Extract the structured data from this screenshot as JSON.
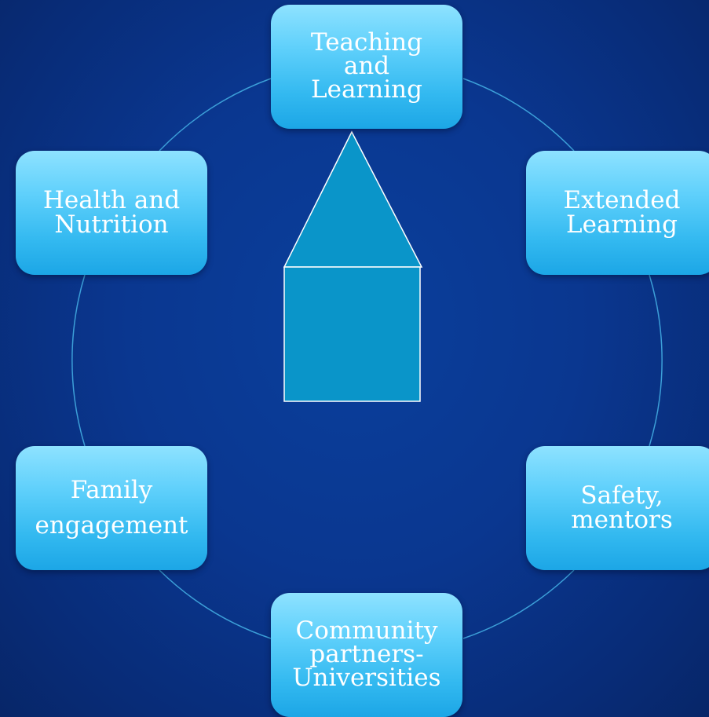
{
  "diagram": {
    "nodes": [
      {
        "id": "teaching",
        "lines": [
          "Teaching",
          "and",
          "Learning"
        ]
      },
      {
        "id": "extended",
        "lines": [
          "Extended",
          "Learning"
        ]
      },
      {
        "id": "safety",
        "lines": [
          "Safety,",
          "mentors"
        ]
      },
      {
        "id": "community",
        "lines": [
          "Community",
          "partners-",
          "Universities"
        ]
      },
      {
        "id": "family",
        "lines": [
          "Family",
          "engagement"
        ]
      },
      {
        "id": "health",
        "lines": [
          "Health and",
          "Nutrition"
        ]
      }
    ],
    "colors": {
      "background": "#0a3790",
      "node_top": "#8ee2ff",
      "node_bottom": "#1ca6e6",
      "ring": "#3c9fd8",
      "house_fill": "#0a95c9",
      "house_outline": "#ffffff"
    }
  }
}
